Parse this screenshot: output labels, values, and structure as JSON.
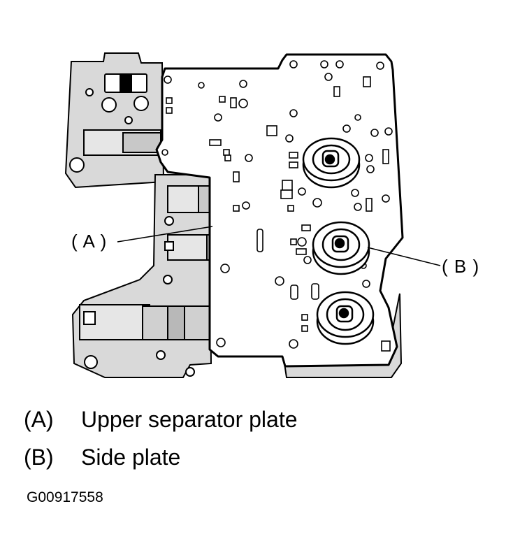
{
  "callouts": {
    "a": "( A )",
    "b": "( B )"
  },
  "legend": [
    {
      "key": "(A)",
      "text": "Upper separator plate"
    },
    {
      "key": "(B)",
      "text": "Side plate"
    }
  ],
  "figure_id": "G00917558",
  "colors": {
    "line": "#000000",
    "background": "#ffffff",
    "shading": "#d9d9d9"
  }
}
